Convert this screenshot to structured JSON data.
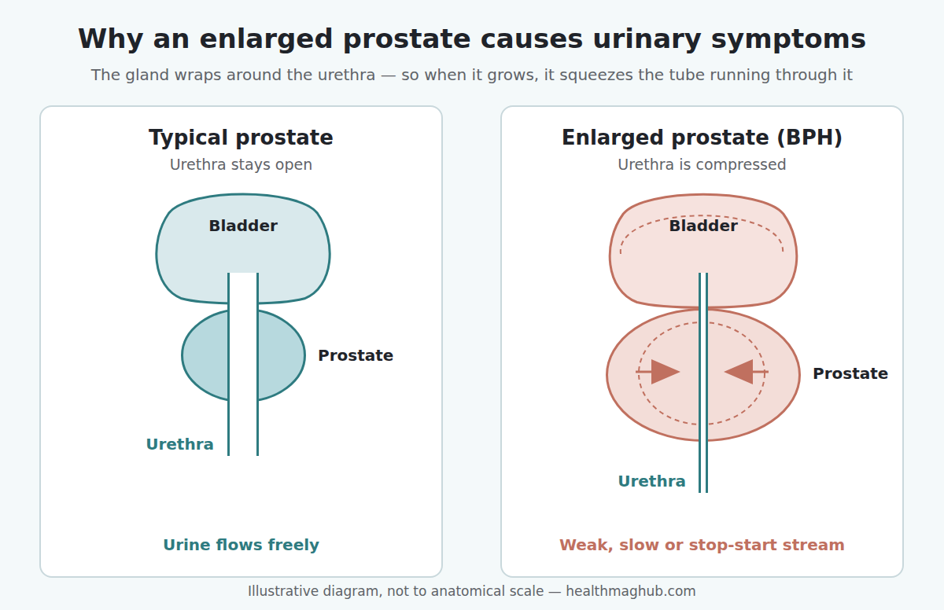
{
  "diagram": {
    "title": "Why an enlarged prostate causes urinary symptoms",
    "caption": "Illustrative diagram, not to anatomical scale — healthmaghub.com",
    "nodes": [
      {
        "text": [
          "Typical prostate",
          "Urethra stays open",
          "Urine flows freely"
        ]
      },
      {
        "text": [
          "Bladder"
        ],
        "in": 0
      },
      {
        "text": [
          "Prostate"
        ],
        "in": 0
      },
      {
        "text": [
          "Urethra"
        ],
        "in": 0
      },
      {
        "text": [
          "Enlarged prostate (BPH)",
          "Urethra is compressed",
          "Weak, slow or stop-start stream"
        ]
      },
      {
        "text": [
          "Bladder"
        ],
        "in": 4
      },
      {
        "text": [
          "Prostate"
        ],
        "in": 4
      },
      {
        "text": [
          "Urethra"
        ],
        "in": 4
      }
    ],
    "labels": [
      "The gland wraps around the urethra — so when it grows, it squeezes the tube running through it"
    ]
  }
}
